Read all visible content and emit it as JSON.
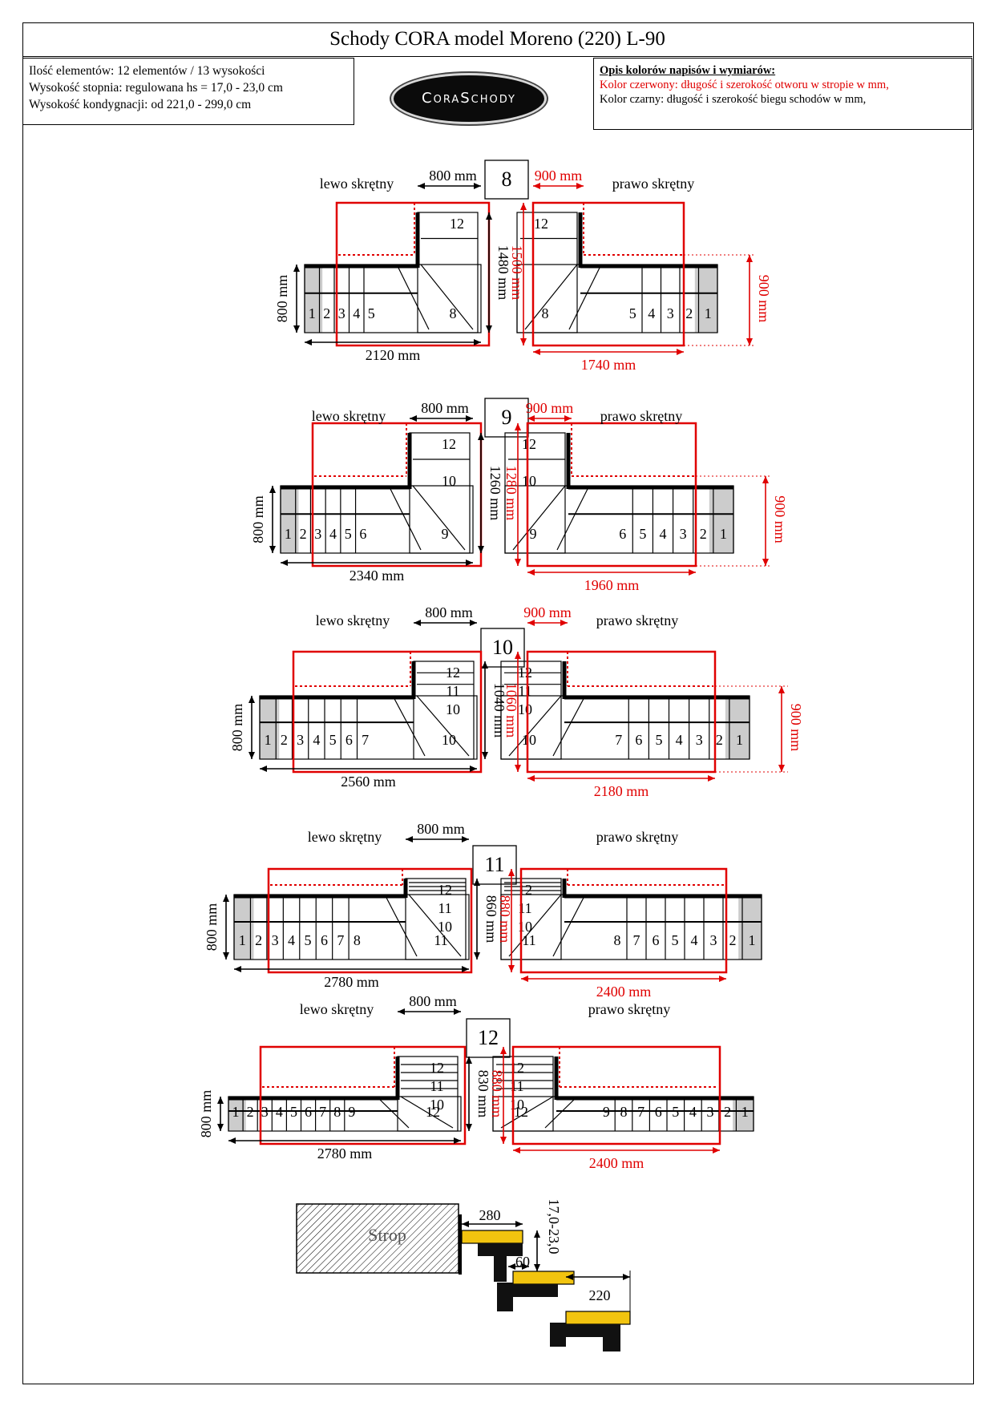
{
  "title": "Schody CORA model Moreno (220) L-90",
  "info_left": [
    "Ilość elementów: 12 elementów / 13 wysokości",
    "Wysokość stopnia: regulowana  hs = 17,0 - 23,0 cm",
    "Wysokość kondygnacji: od 221,0 - 299,0 cm"
  ],
  "logo": "CoraSchody",
  "legend": {
    "header": "Opis kolorów napisów i wymiarów:",
    "red": "Kolor czerwony: długość i szerokość otworu w stropie w mm,",
    "black": "Kolor czarny: długość i szerokość biegu schodów w mm,"
  },
  "colors": {
    "red": "#e00000",
    "gray": "#cccccc",
    "black": "#000000",
    "yellow": "#f2c40f"
  },
  "labels": {
    "left": "lewo skrętny",
    "right": "prawo skrętny"
  },
  "configs": [
    {
      "count": "8",
      "run_width": "800 mm",
      "hole_width": "900 mm",
      "left_height": "1480 mm",
      "right_height": "1500 mm",
      "side_width": "800 mm",
      "side_hole": "900 mm",
      "left_length": "2120 mm",
      "right_length": "1740 mm"
    },
    {
      "count": "9",
      "run_width": "800 mm",
      "hole_width": "900 mm",
      "left_height": "1260 mm",
      "right_height": "1280 mm",
      "side_width": "800 mm",
      "side_hole": "900 mm",
      "left_length": "2340 mm",
      "right_length": "1960 mm"
    },
    {
      "count": "10",
      "run_width": "800 mm",
      "hole_width": "900 mm",
      "left_height": "1040 mm",
      "right_height": "1060 mm",
      "side_width": "800 mm",
      "side_hole": "900 mm",
      "left_length": "2560 mm",
      "right_length": "2180 mm"
    },
    {
      "count": "11",
      "run_width": "800 mm",
      "left_height": "860 mm",
      "right_height": "880 mm",
      "side_width": "800 mm",
      "left_length": "2780 mm",
      "right_length": "2400 mm"
    },
    {
      "count": "12",
      "run_width": "800 mm",
      "left_height": "830 mm",
      "right_height": "880 mm",
      "side_width": "800 mm",
      "left_length": "2780 mm",
      "right_length": "2400 mm"
    }
  ],
  "section": {
    "slab": "Strop",
    "tread": "280",
    "step_height": "17,0-23,0",
    "overlap": "60",
    "depth": "220"
  }
}
